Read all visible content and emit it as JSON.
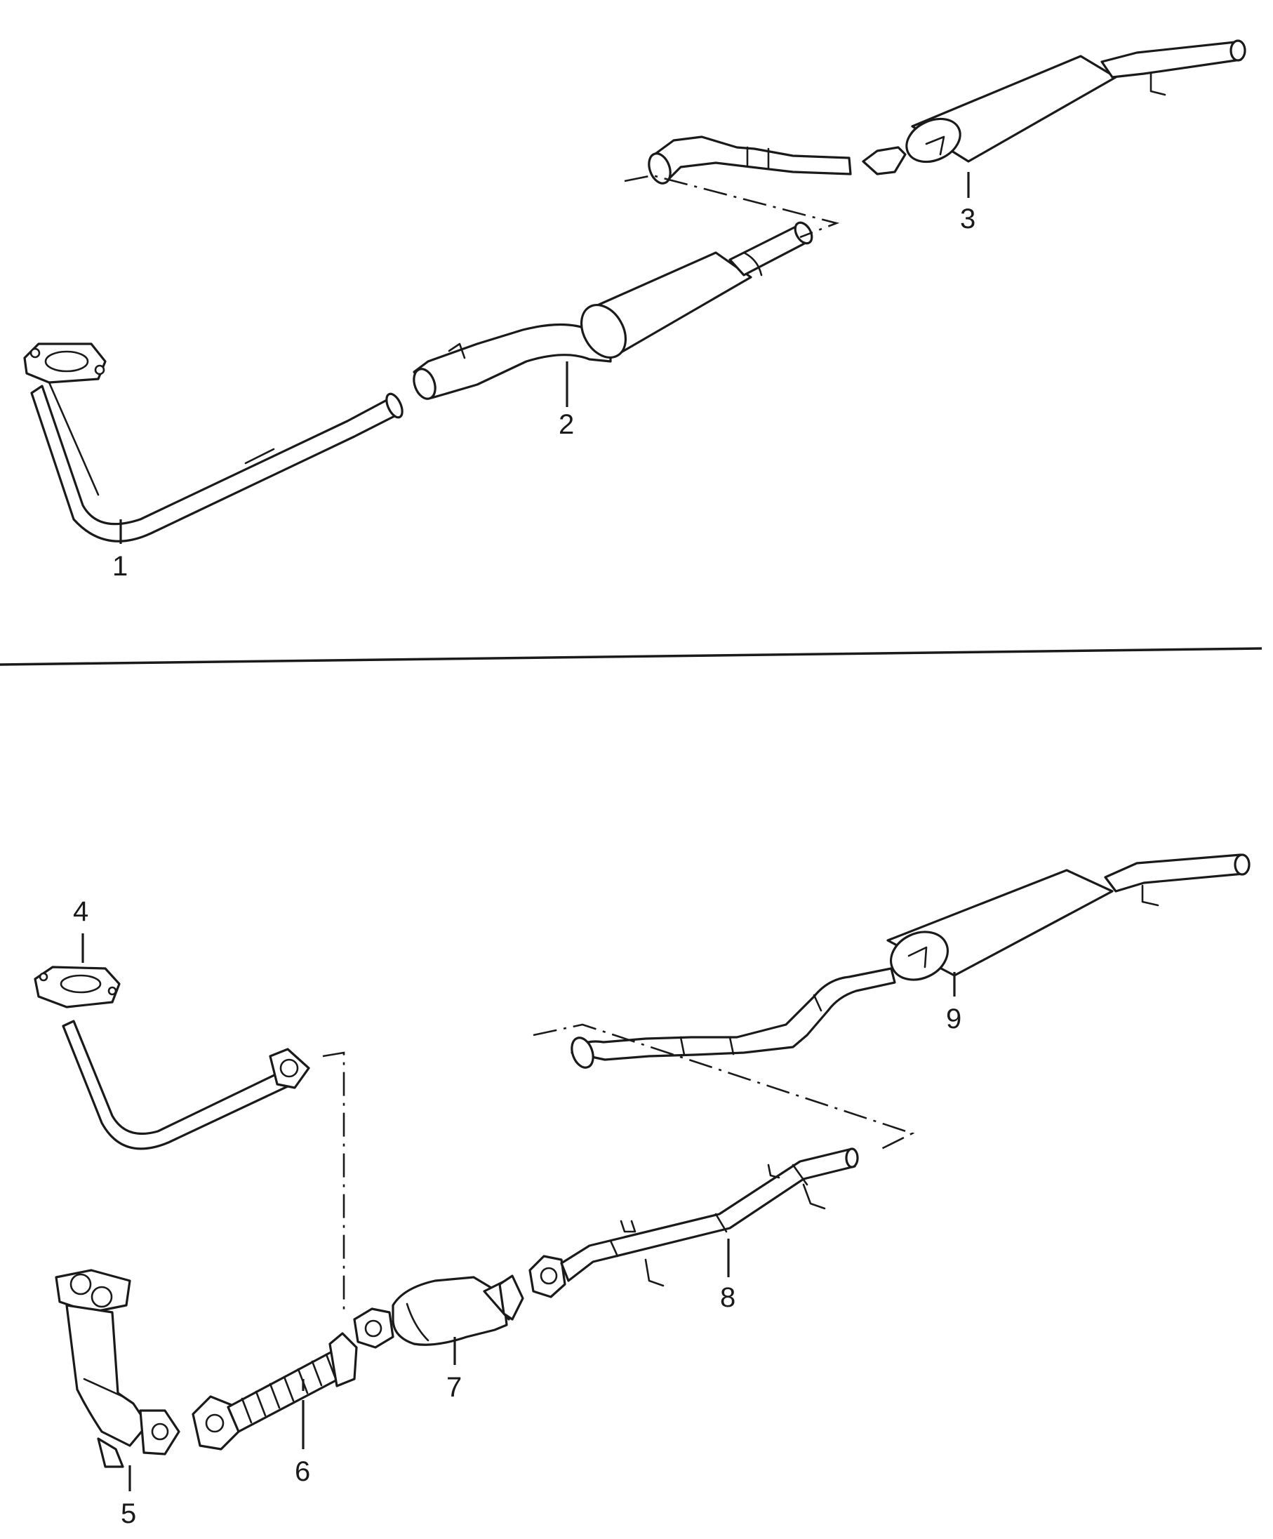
{
  "callouts": [
    "1",
    "2",
    "3",
    "4",
    "5",
    "6",
    "7",
    "8",
    "9"
  ],
  "colors": {
    "line": "#1a1a1a",
    "background": "#ffffff"
  }
}
